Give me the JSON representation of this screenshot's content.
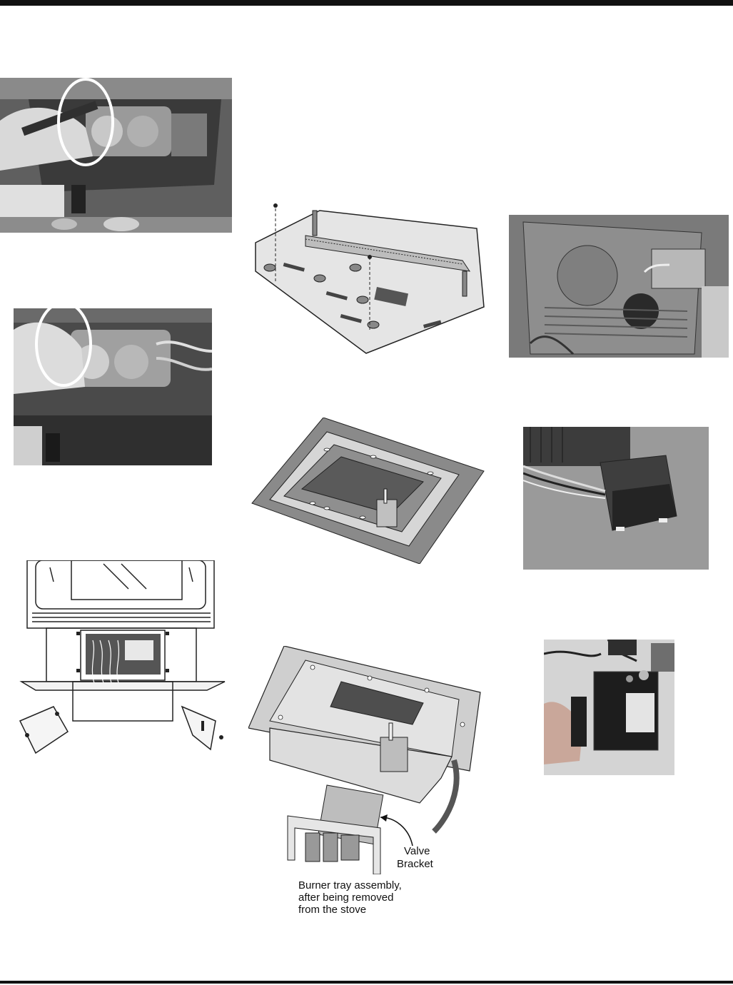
{
  "figures": {
    "burner_tray": {
      "labels": {
        "valve_bracket_line1": "Valve",
        "valve_bracket_line2": "Bracket"
      },
      "caption": {
        "line1": "Burner tray assembly,",
        "line2": "after being removed",
        "line3": "from the stove"
      }
    }
  }
}
